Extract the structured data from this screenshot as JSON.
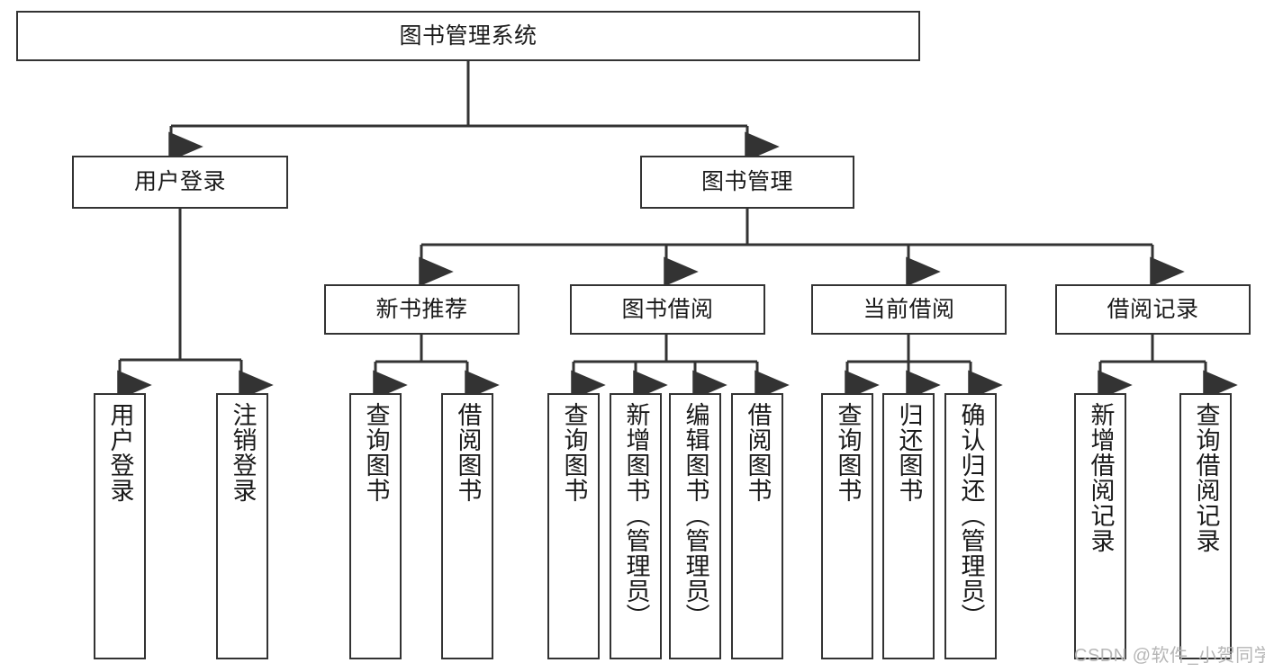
{
  "diagram": {
    "title": "图书管理系统",
    "type": "hierarchy-tree",
    "watermark": "CSDN @软件_小贺同学",
    "colors": {
      "box_border": "#333333",
      "box_fill": "#ffffff",
      "connector": "#333333",
      "text": "#1a1a1a",
      "watermark": "#b6b6b6"
    },
    "nodes": {
      "root": {
        "label": "图书管理系统"
      },
      "level2": [
        {
          "label": "用户登录"
        },
        {
          "label": "图书管理"
        }
      ],
      "level3": [
        {
          "label": "新书推荐"
        },
        {
          "label": "图书借阅"
        },
        {
          "label": "当前借阅"
        },
        {
          "label": "借阅记录"
        }
      ],
      "leaves": {
        "user_login": [
          {
            "label": "用户登录"
          },
          {
            "label": "注销登录"
          }
        ],
        "new_book_recommend": [
          {
            "label": "查询图书"
          },
          {
            "label": "借阅图书"
          }
        ],
        "book_borrow": [
          {
            "label": "查询图书"
          },
          {
            "label": "新增图书（管理员）"
          },
          {
            "label": "编辑图书（管理员）"
          },
          {
            "label": "借阅图书"
          }
        ],
        "current_borrow": [
          {
            "label": "查询图书"
          },
          {
            "label": "归还图书"
          },
          {
            "label": "确认归还（管理员）"
          }
        ],
        "borrow_record": [
          {
            "label": "新增借阅记录"
          },
          {
            "label": "查询借阅记录"
          }
        ]
      }
    }
  }
}
